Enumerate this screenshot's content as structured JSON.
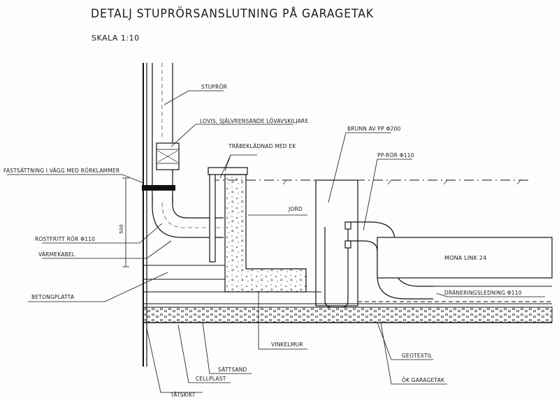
{
  "title": "DETALJ STUPRÖRSANSLUTNING PÅ GARAGETAK",
  "scale": "SKALA 1:10",
  "labels": {
    "stuprör": "STUPRÖR",
    "lovis": "LOVIS, SJÄLVRENSANDE LÖVAVSKILJARE",
    "brunn": "BRUNN AV PP Φ200",
    "trabekladnad": "TRÄBEKLÄDNAD MED EK",
    "pp_ror": "PP-RÖR Φ110",
    "fastsattning": "FASTSÄTTNING I VÄGG MED RÖRKLAMMER",
    "jord": "JORD",
    "rostfritt": "ROSTFRITT RÖR Φ110",
    "varmekabel": "VÄRMEKABEL",
    "mona_link": "MONA LINK 24",
    "betongplatta": "BETONGPLATTA",
    "dranering": "DRÄNERINGSLEDNING Φ110",
    "vinkelmur": "VINKELMUR",
    "geotextil": "GEOTEXTIL",
    "sattsand": "SÄTTSAND",
    "ok_garagetak": "ÖK GARAGETAK",
    "cellplast": "CELLPLAST",
    "tatskikt": "TÄTSKIKT",
    "dimension": "500"
  }
}
